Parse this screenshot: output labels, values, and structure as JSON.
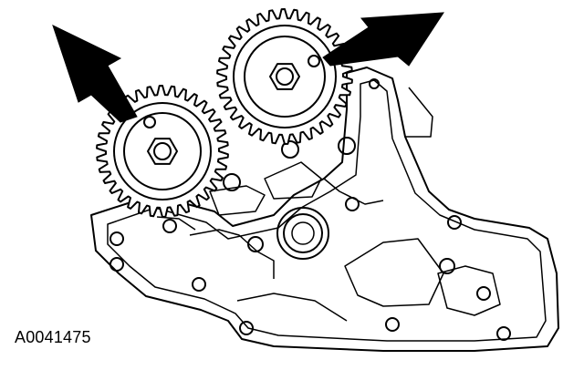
{
  "figure": {
    "reference_code": "A0041475",
    "line_color": "#000000",
    "background_color": "#ffffff"
  },
  "callouts": [
    {
      "icon": "arrow-icon",
      "target": "timing-mark-left-sprocket"
    },
    {
      "icon": "arrow-icon",
      "target": "timing-mark-right-sprocket"
    }
  ]
}
